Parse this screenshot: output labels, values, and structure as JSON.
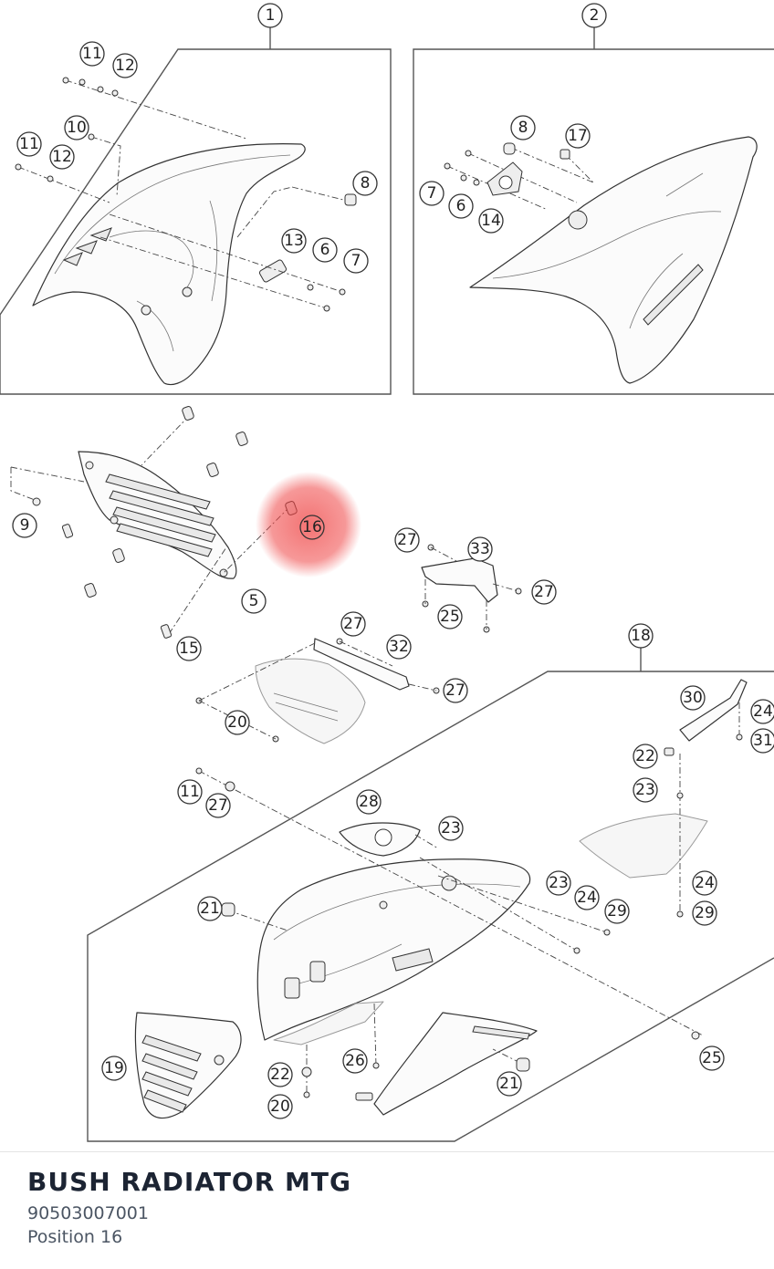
{
  "diagram": {
    "highlight_color": "#ef4444",
    "highlighted_position": "16",
    "callouts": [
      "1",
      "2",
      "11",
      "12",
      "10",
      "11",
      "12",
      "8",
      "13",
      "6",
      "7",
      "8",
      "17",
      "7",
      "6",
      "14",
      "9",
      "16",
      "5",
      "15",
      "27",
      "33",
      "27",
      "25",
      "27",
      "32",
      "27",
      "20",
      "18",
      "30",
      "24",
      "31",
      "22",
      "23",
      "11",
      "27",
      "28",
      "23",
      "21",
      "23",
      "24",
      "29",
      "24",
      "29",
      "19",
      "22",
      "20",
      "26",
      "21",
      "25"
    ]
  },
  "part": {
    "name": "BUSH RADIATOR MTG",
    "number": "90503007001",
    "position_label": "Position 16"
  }
}
